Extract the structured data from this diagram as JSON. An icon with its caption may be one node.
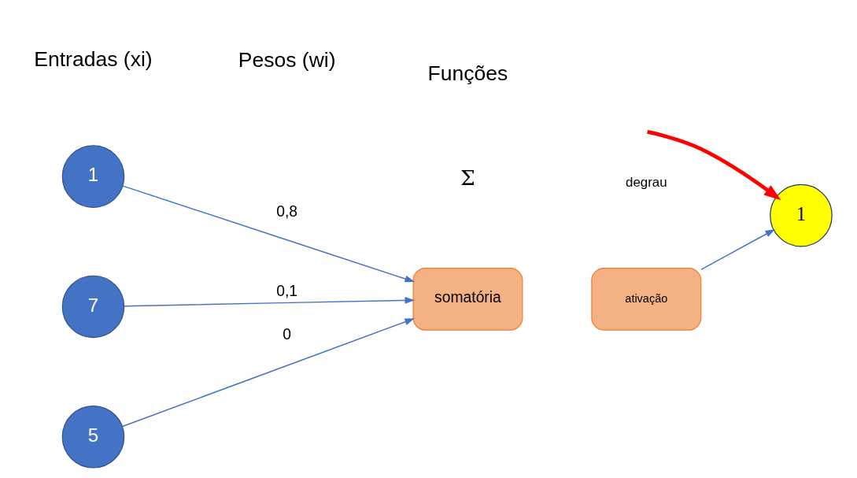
{
  "diagram": {
    "nodes": [
      {
        "text": [
          "1"
        ]
      },
      {
        "text": [
          "7"
        ]
      },
      {
        "text": [
          "5"
        ]
      },
      {
        "text": [
          "somatória"
        ]
      },
      {
        "text": [
          "ativação"
        ]
      },
      {
        "text": [
          "1"
        ]
      }
    ],
    "edges": [
      {
        "from": 0,
        "to": 3,
        "arrow": "to",
        "label": "0,8"
      },
      {
        "from": 1,
        "to": 3,
        "arrow": "to",
        "label": "0,1"
      },
      {
        "from": 2,
        "to": 3,
        "arrow": "to",
        "label": "0"
      },
      {
        "from": 4,
        "to": 5,
        "arrow": "to"
      },
      {
        "from": null,
        "to": 5,
        "arrow": "to",
        "style": "thick",
        "color": "#ff0000"
      }
    ],
    "labels": [
      "Entradas (xi)",
      "Pesos (wi)",
      "Funções",
      "Σ",
      "degrau"
    ]
  }
}
